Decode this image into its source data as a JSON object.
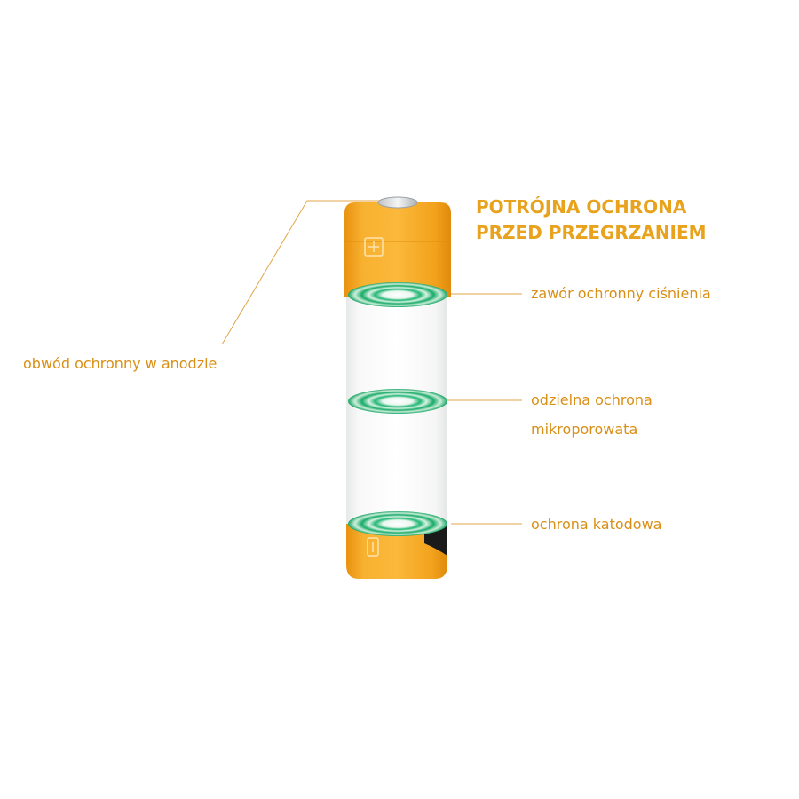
{
  "heading": {
    "line1": "POTRÓJNA OCHRONA",
    "line2": "PRZED PRZEGRZANIEM"
  },
  "callouts": {
    "anode": "obwód ochronny w anodzie",
    "pressure_valve": "zawór ochronny ciśnienia",
    "separator_line1": "odzielna ochrona",
    "separator_line2": "mikroporowata",
    "cathode": "ochrona katodowa"
  },
  "battery": {
    "positive_terminal_icon": "plus-icon",
    "negative_terminal_icon": "minus-icon"
  },
  "colors": {
    "accent": "#e8a21b",
    "battery_orange": "#f5a623",
    "ring_green": "#17b06a",
    "leader_line": "#e0a64a"
  }
}
